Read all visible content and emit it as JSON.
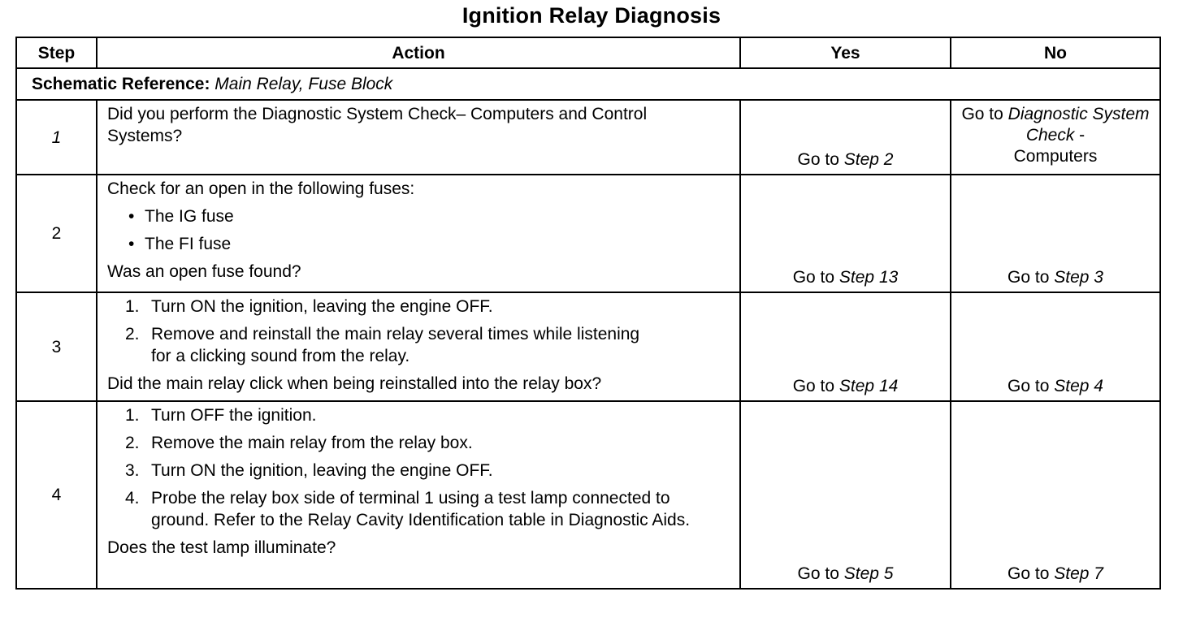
{
  "title": "Ignition Relay Diagnosis",
  "headers": {
    "step": "Step",
    "action": "Action",
    "yes": "Yes",
    "no": "No"
  },
  "schematic": {
    "label": "Schematic Reference:",
    "value": "Main Relay, Fuse Block"
  },
  "go_to": "Go to",
  "rows": [
    {
      "step": "1",
      "question": "Did you perform the Diagnostic System Check– Computers and Control Systems?",
      "yes": "Step 2",
      "no_italic": "Diagnostic System Check",
      "no_dash": " -",
      "no_rest": "Computers"
    },
    {
      "step": "2",
      "intro": "Check for an open in the following fuses:",
      "bullets": [
        "The IG fuse",
        "The FI fuse"
      ],
      "question": "Was an open fuse found?",
      "yes": "Step 13",
      "no": "Step 3"
    },
    {
      "step": "3",
      "items": [
        {
          "n": "1.",
          "text": "Turn ON the ignition, leaving the engine OFF."
        },
        {
          "n": "2.",
          "text": "Remove and reinstall the main relay several times while listening for a clicking sound from the relay."
        }
      ],
      "question": "Did the main relay click when being reinstalled into the relay box?",
      "yes": "Step 14",
      "no": "Step 4"
    },
    {
      "step": "4",
      "items": [
        {
          "n": "1.",
          "text": "Turn OFF the ignition."
        },
        {
          "n": "2.",
          "text": "Remove the main relay from the relay box."
        },
        {
          "n": "3.",
          "text": "Turn ON the ignition, leaving the engine OFF."
        },
        {
          "n": "4.",
          "text": "Probe the relay box side of terminal 1 using a test lamp connected to ground. Refer to the Relay Cavity Identification table in Diagnostic Aids."
        }
      ],
      "question": "Does the test lamp illuminate?",
      "yes": "Step 5",
      "no": "Step 7"
    }
  ]
}
